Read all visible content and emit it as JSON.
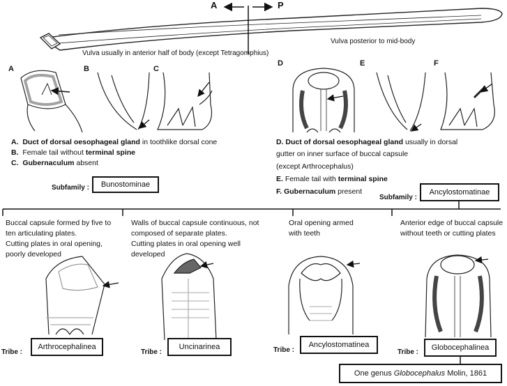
{
  "body_diagram": {
    "anterior_label": "A",
    "posterior_label": "P",
    "left_caption": "Vulva usually in anterior half of body (except Tetragomphius)",
    "right_caption": "Vulva posterior to mid-body"
  },
  "panels": {
    "a": "A",
    "b": "B",
    "c": "C",
    "d": "D",
    "e": "E",
    "f": "F"
  },
  "bunostominae": {
    "notes": [
      {
        "letter": "A.",
        "bold": "Duct of dorsal oesophageal gland",
        "rest": " in toothlike dorsal cone"
      },
      {
        "letter": "B.",
        "pre": "Female tail without ",
        "bold": "terminal spine"
      },
      {
        "letter": "C.",
        "bold": "Gubernaculum",
        "rest": " absent"
      }
    ],
    "subfamily_label": "Subfamily :",
    "subfamily_name": "Bunostominae"
  },
  "ancylostomatinae": {
    "notes": [
      {
        "letter": "D.",
        "bold": "Duct of dorsal oesophageal gland",
        "rest": " usually in dorsal"
      },
      {
        "letter": "",
        "rest": "gutter on inner surface of buccal capsule"
      },
      {
        "letter": "",
        "rest": "(except Arthrocephalus)"
      },
      {
        "letter": "E.",
        "pre": "Female tail with ",
        "bold": "terminal spine"
      },
      {
        "letter": "F.",
        "bold": "Gubernaculum",
        "rest": " present"
      }
    ],
    "subfamily_label": "Subfamily :",
    "subfamily_name": "Ancylostomatinae"
  },
  "tribes": [
    {
      "lines": [
        "Buccal capsule formed by five to",
        "ten articulating plates.",
        "Cutting plates in oral opening,",
        "poorly developed"
      ],
      "label": "Tribe :",
      "name": "Arthrocephalinea"
    },
    {
      "lines": [
        "Walls of buccal capsule continuous, not",
        "composed of separate plates.",
        "Cutting plates in oral opening well",
        "developed"
      ],
      "label": "Tribe :",
      "name": "Uncinarinea"
    },
    {
      "lines": [
        "Oral opening armed",
        "with teeth"
      ],
      "label": "Tribe :",
      "name": "Ancylostomatinea"
    },
    {
      "lines": [
        "Anterior edge of buccal capsule",
        "without teeth or cutting plates"
      ],
      "label": "Tribe :",
      "name": "Globocephalinea"
    }
  ],
  "genus_note": {
    "pre": "One genus ",
    "italic": "Globocephalus",
    "post": " Molin, 1861"
  }
}
